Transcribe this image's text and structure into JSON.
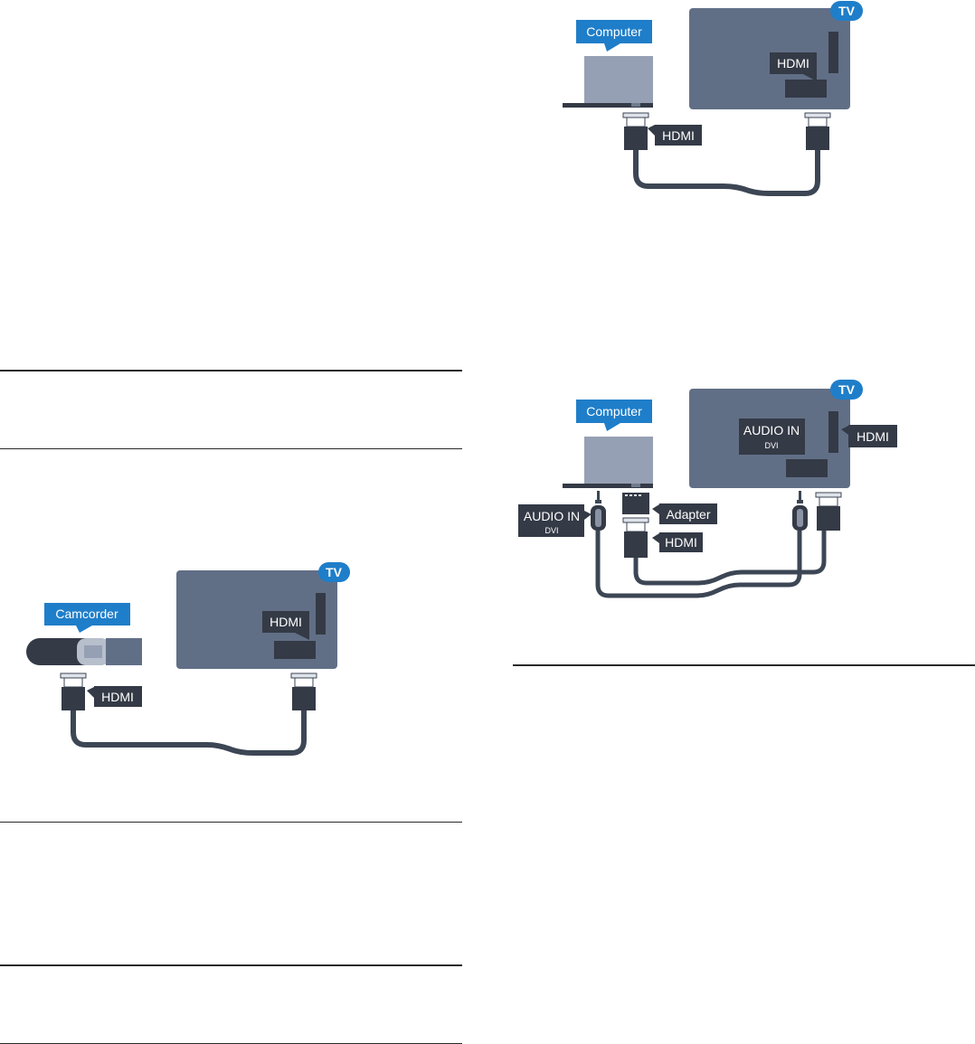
{
  "colors": {
    "accent_blue": "#1f7ec9",
    "tv_body": "#616f86",
    "computer_body": "#96a0b4",
    "dark_label": "#343a46",
    "cable": "#3c4654",
    "port": "#2f3743",
    "connector_tip": "#dfe3ea",
    "rule": "#2a2a2a"
  },
  "icons": {
    "hdmi_plug": "hdmi-plug-icon",
    "audio_jack": "audio-jack-icon",
    "dvi_adapter": "dvi-adapter-icon"
  },
  "diagram_computer_hdmi": {
    "device_label": "Computer",
    "tv_badge": "TV",
    "tv_port_label": "HDMI",
    "cable_label": "HDMI"
  },
  "diagram_camcorder_hdmi": {
    "device_label": "Camcorder",
    "tv_badge": "TV",
    "tv_port_label": "HDMI",
    "cable_label": "HDMI"
  },
  "diagram_computer_dvi": {
    "device_label": "Computer",
    "tv_badge": "TV",
    "tv_audio_label": "AUDIO IN",
    "tv_audio_sublabel": "DVI",
    "tv_hdmi_label": "HDMI",
    "audio_cable_label": "AUDIO IN",
    "audio_cable_sublabel": "DVI",
    "adapter_label": "Adapter",
    "cable_label": "HDMI"
  }
}
